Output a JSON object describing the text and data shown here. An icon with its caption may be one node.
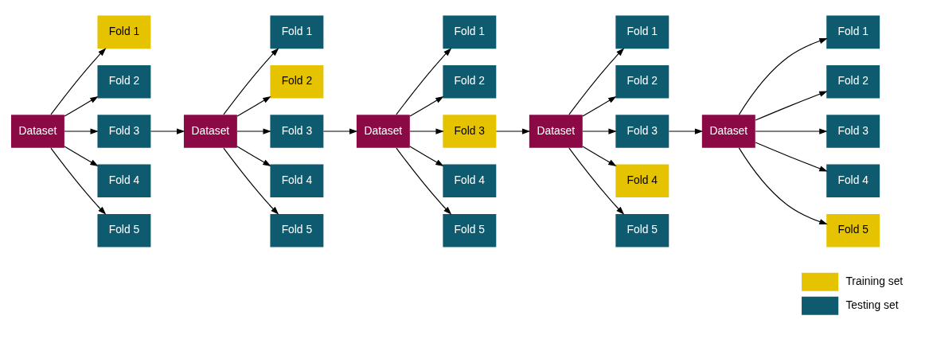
{
  "diagram": {
    "nodes": [
      {
        "text": [
          "Dataset"
        ]
      },
      {
        "text": [
          "Fold 1"
        ]
      },
      {
        "text": [
          "Fold 2"
        ]
      },
      {
        "text": [
          "Fold 3"
        ]
      },
      {
        "text": [
          "Fold 4"
        ]
      },
      {
        "text": [
          "Fold 5"
        ]
      },
      {
        "text": [
          "Dataset"
        ]
      },
      {
        "text": [
          "Fold 1"
        ]
      },
      {
        "text": [
          "Fold 2"
        ]
      },
      {
        "text": [
          "Fold 3"
        ]
      },
      {
        "text": [
          "Fold 4"
        ]
      },
      {
        "text": [
          "Fold 5"
        ]
      },
      {
        "text": [
          "Dataset"
        ]
      },
      {
        "text": [
          "Fold 1"
        ]
      },
      {
        "text": [
          "Fold 2"
        ]
      },
      {
        "text": [
          "Fold 3"
        ]
      },
      {
        "text": [
          "Fold 4"
        ]
      },
      {
        "text": [
          "Fold 5"
        ]
      },
      {
        "text": [
          "Dataset"
        ]
      },
      {
        "text": [
          "Fold 1"
        ]
      },
      {
        "text": [
          "Fold 2"
        ]
      },
      {
        "text": [
          "Fold 3"
        ]
      },
      {
        "text": [
          "Fold 4"
        ]
      },
      {
        "text": [
          "Fold 5"
        ]
      },
      {
        "text": [
          "Dataset"
        ]
      },
      {
        "text": [
          "Fold 1"
        ]
      },
      {
        "text": [
          "Fold 2"
        ]
      },
      {
        "text": [
          "Fold 3"
        ]
      },
      {
        "text": [
          "Fold 4"
        ]
      },
      {
        "text": [
          "Fold 5"
        ]
      }
    ],
    "edges": [
      {
        "from": 0,
        "to": 1,
        "arrow": "to"
      },
      {
        "from": 0,
        "to": 2,
        "arrow": "to"
      },
      {
        "from": 0,
        "to": 3,
        "arrow": "to"
      },
      {
        "from": 0,
        "to": 4,
        "arrow": "to"
      },
      {
        "from": 0,
        "to": 5,
        "arrow": "to"
      },
      {
        "from": 3,
        "to": 6,
        "arrow": "to"
      },
      {
        "from": 6,
        "to": 7,
        "arrow": "to"
      },
      {
        "from": 6,
        "to": 8,
        "arrow": "to"
      },
      {
        "from": 6,
        "to": 9,
        "arrow": "to"
      },
      {
        "from": 6,
        "to": 10,
        "arrow": "to"
      },
      {
        "from": 6,
        "to": 11,
        "arrow": "to"
      },
      {
        "from": 9,
        "to": 12,
        "arrow": "to"
      },
      {
        "from": 12,
        "to": 13,
        "arrow": "to"
      },
      {
        "from": 12,
        "to": 14,
        "arrow": "to"
      },
      {
        "from": 12,
        "to": 15,
        "arrow": "to"
      },
      {
        "from": 12,
        "to": 16,
        "arrow": "to"
      },
      {
        "from": 12,
        "to": 17,
        "arrow": "to"
      },
      {
        "from": 15,
        "to": 18,
        "arrow": "to"
      },
      {
        "from": 18,
        "to": 19,
        "arrow": "to"
      },
      {
        "from": 18,
        "to": 20,
        "arrow": "to"
      },
      {
        "from": 18,
        "to": 21,
        "arrow": "to"
      },
      {
        "from": 18,
        "to": 22,
        "arrow": "to"
      },
      {
        "from": 18,
        "to": 23,
        "arrow": "to"
      },
      {
        "from": 21,
        "to": 24,
        "arrow": "to"
      },
      {
        "from": 24,
        "to": 25,
        "arrow": "to"
      },
      {
        "from": 24,
        "to": 26,
        "arrow": "to"
      },
      {
        "from": 24,
        "to": 27,
        "arrow": "to"
      },
      {
        "from": 24,
        "to": 28,
        "arrow": "to"
      },
      {
        "from": 24,
        "to": 29,
        "arrow": "to"
      }
    ],
    "legend": [
      {
        "text": "Training set",
        "color": "#e6c300"
      },
      {
        "text": "Testing set",
        "color": "#0e5a6e"
      }
    ]
  }
}
